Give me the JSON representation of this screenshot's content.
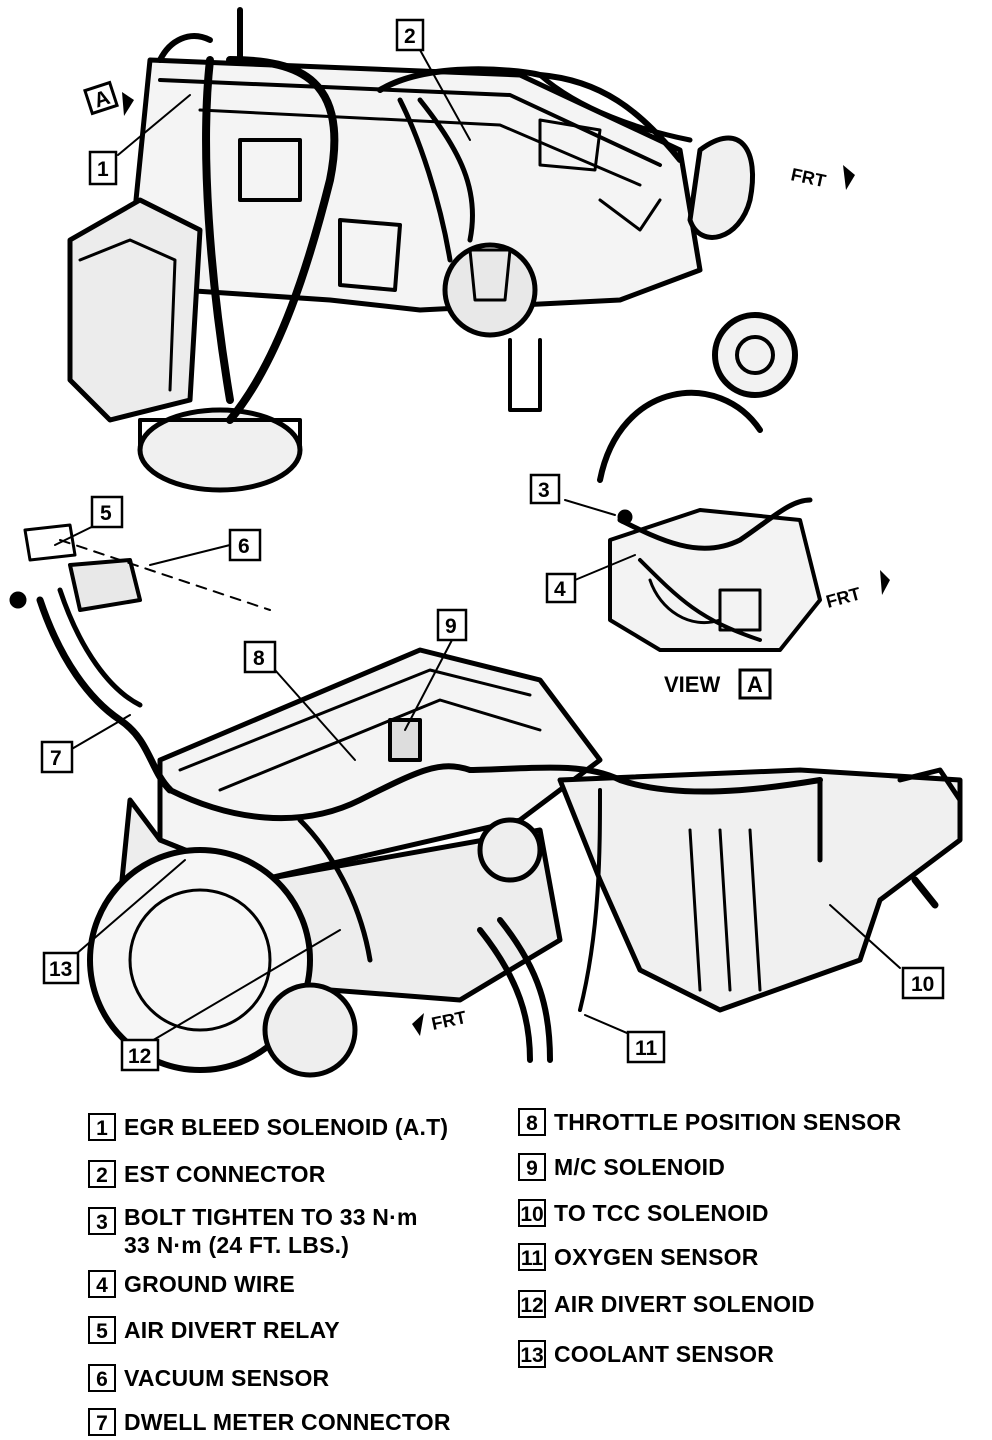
{
  "view_label": "VIEW",
  "view_id": "A",
  "front_label": "FRT",
  "callouts": [
    "1",
    "2",
    "3",
    "4",
    "5",
    "6",
    "7",
    "8",
    "9",
    "10",
    "11",
    "12",
    "13"
  ],
  "legend": [
    {
      "num": "1",
      "text": "EGR BLEED SOLENOID (A.T)"
    },
    {
      "num": "2",
      "text": "EST CONNECTOR"
    },
    {
      "num": "3",
      "text": "BOLT TIGHTEN TO 33 N·m",
      "text2": "33 N·m (24 FT. LBS.)"
    },
    {
      "num": "4",
      "text": "GROUND WIRE"
    },
    {
      "num": "5",
      "text": "AIR DIVERT RELAY"
    },
    {
      "num": "6",
      "text": "VACUUM SENSOR"
    },
    {
      "num": "7",
      "text": "DWELL METER CONNECTOR"
    },
    {
      "num": "8",
      "text": "THROTTLE POSITION SENSOR"
    },
    {
      "num": "9",
      "text": "M/C SOLENOID"
    },
    {
      "num": "10",
      "text": "TO TCC SOLENOID"
    },
    {
      "num": "11",
      "text": "OXYGEN SENSOR"
    },
    {
      "num": "12",
      "text": "AIR DIVERT SOLENOID"
    },
    {
      "num": "13",
      "text": "COOLANT SENSOR"
    }
  ]
}
